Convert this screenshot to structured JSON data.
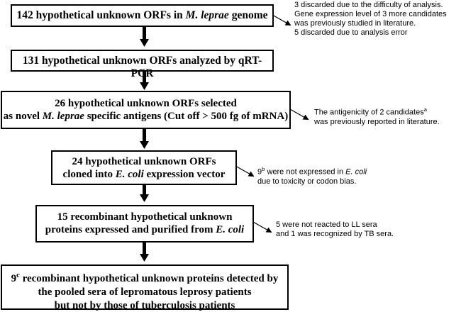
{
  "steps": [
    {
      "parts": [
        [
          "142 hypothetical unknown ORFs in ",
          ""
        ],
        [
          "M. leprae",
          "i"
        ],
        [
          " genome",
          ""
        ]
      ]
    },
    {
      "parts": [
        [
          "131 hypothetical unknown ORFs analyzed by qRT-PCR",
          ""
        ]
      ]
    },
    {
      "line1": [
        [
          "26 hypothetical unknown ORFs selected",
          ""
        ]
      ],
      "line2": [
        [
          "as novel ",
          ""
        ],
        [
          "M. leprae",
          "i"
        ],
        [
          " specific antigens (Cut off > 500 fg of mRNA)",
          ""
        ]
      ]
    },
    {
      "line1": [
        [
          "24 hypothetical unknown ORFs",
          ""
        ]
      ],
      "line2": [
        [
          "cloned into ",
          ""
        ],
        [
          "E. coli",
          "i"
        ],
        [
          " expression vector",
          ""
        ]
      ]
    },
    {
      "line1": [
        [
          "15 recombinant hypothetical unknown",
          ""
        ]
      ],
      "line2": [
        [
          "proteins expressed and purified from ",
          ""
        ],
        [
          "E. coli",
          "i"
        ]
      ]
    },
    {
      "line1": [
        [
          "9",
          ""
        ],
        [
          "c",
          "sup"
        ],
        [
          " recombinant hypothetical unknown proteins detected by",
          ""
        ]
      ],
      "line2": [
        [
          "the pooled sera of lepromatous leprosy patients",
          ""
        ]
      ],
      "line3": [
        [
          "but not by those of tuberculosis patients",
          ""
        ]
      ]
    }
  ],
  "notes": [
    {
      "lines": [
        [
          [
            "3 discarded due to the difficulty of analysis.",
            ""
          ]
        ],
        [
          [
            "Gene expression level of  3 more candidates",
            ""
          ]
        ],
        [
          [
            "was previously studied in literature.",
            ""
          ]
        ],
        [
          [
            "5 discarded due to analysis error",
            ""
          ]
        ]
      ]
    },
    {
      "lines": [
        [
          [
            "The antigenicity of 2 candidates",
            ""
          ],
          [
            "a",
            "sup"
          ]
        ],
        [
          [
            "was previously reported in literature.",
            ""
          ]
        ]
      ]
    },
    {
      "lines": [
        [
          [
            "9",
            ""
          ],
          [
            "b",
            "sup"
          ],
          [
            " were not expressed in ",
            ""
          ],
          [
            "E. coli",
            "i"
          ]
        ],
        [
          [
            "due to toxicity or codon bias.",
            ""
          ]
        ]
      ]
    },
    {
      "lines": [
        [
          [
            "5  were not reacted to LL sera",
            ""
          ]
        ],
        [
          [
            "and 1 was recognized by TB sera.",
            ""
          ]
        ]
      ]
    }
  ]
}
